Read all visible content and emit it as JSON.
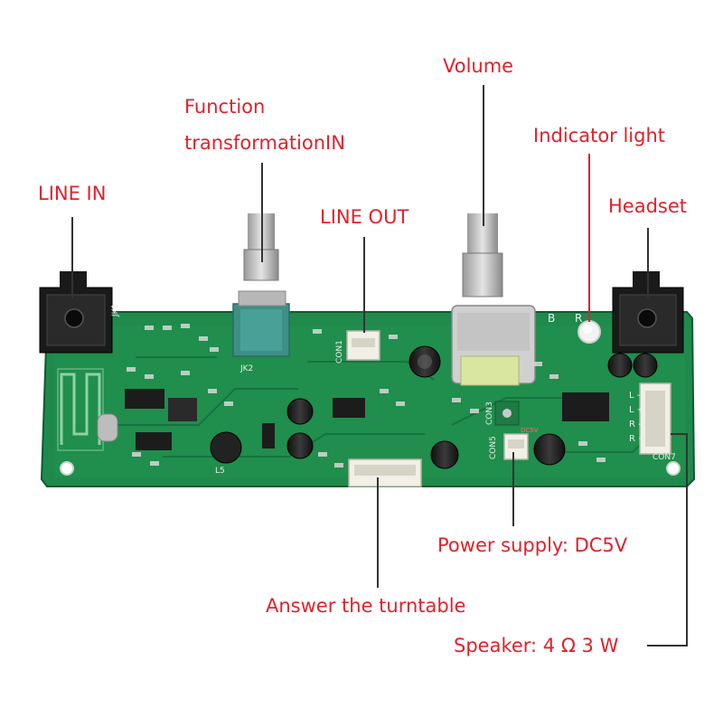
{
  "title": "",
  "colors": {
    "label": "#e3202a",
    "pcb": "#1f8a4c",
    "pcb_dark": "#167040",
    "pcb_edge": "#0f5a30",
    "silk": "#e8efe9",
    "metal": "#c9c9c9",
    "jack": "#1a1a1a",
    "knob_green": "#3e8f86",
    "knob_yellow": "#d9e6a0"
  },
  "callouts": {
    "line_in": "LINE IN",
    "function_line1": "Function",
    "function_line2": "transformationIN",
    "line_out": "LINE OUT",
    "volume": "Volume",
    "indicator": "Indicator light",
    "headset": "Headset",
    "power": "Power supply: DC5V",
    "turntable": "Answer the turntable",
    "speaker": "Speaker: 4 Ω 3 W"
  },
  "silkscreen": {
    "jk1": "JK1",
    "jk2": "JK2",
    "con1": "CON1",
    "con3": "CON3",
    "con5": "CON5",
    "con7": "CON7",
    "l5": "L5",
    "b": "B",
    "r": "R",
    "dc5v": "DC5V",
    "l_minus": "L -",
    "l_plus": "L +",
    "r_minus": "R -",
    "r_plus": "R +"
  }
}
